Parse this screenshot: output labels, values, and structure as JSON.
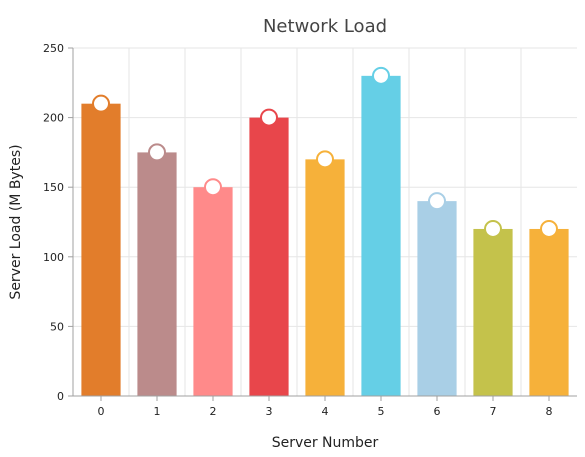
{
  "chart_data": {
    "type": "bar",
    "title": "Network Load",
    "xlabel": "Server Number",
    "ylabel": "Server Load (M Bytes)",
    "categories": [
      "0",
      "1",
      "2",
      "3",
      "4",
      "5",
      "6",
      "7",
      "8"
    ],
    "values": [
      210,
      175,
      150,
      200,
      170,
      230,
      140,
      120,
      120
    ],
    "ylim": [
      0,
      250
    ],
    "yticks": [
      0,
      50,
      100,
      150,
      200,
      250
    ],
    "grid": true,
    "markers": "circle",
    "colors": [
      "#e27d2b",
      "#bb8b8b",
      "#ff8a8a",
      "#e8464b",
      "#f6b13a",
      "#65cfe6",
      "#a9cfe6",
      "#c4c24b",
      "#f6b13a"
    ]
  }
}
